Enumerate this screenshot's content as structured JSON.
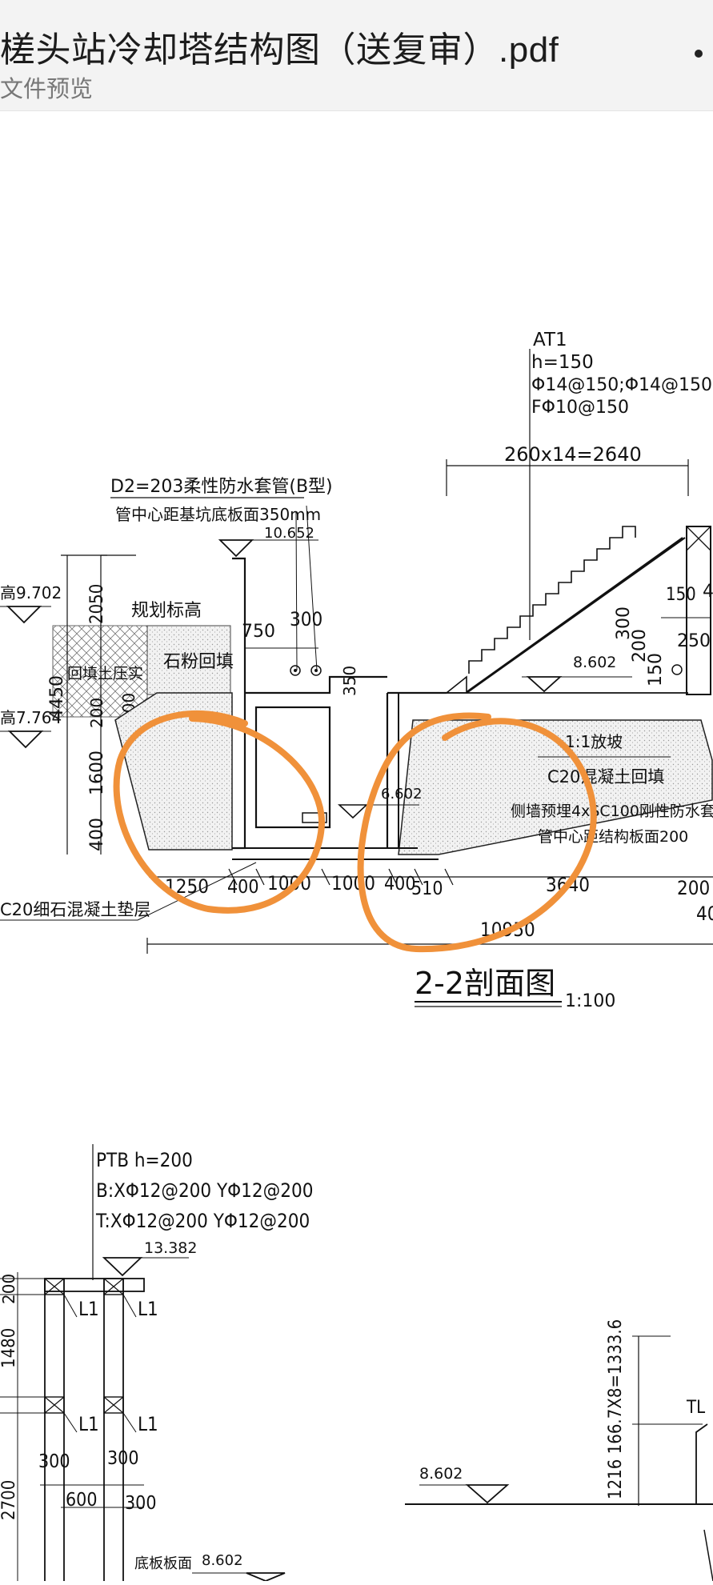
{
  "header": {
    "title": "槎头站冷却塔结构图（送复审）.pdf",
    "subtitle": "文件预览"
  },
  "drawing": {
    "at1": [
      "AT1",
      "h=150",
      "Φ14@150;Φ14@150",
      "FΦ10@150"
    ],
    "dim_top": "260x14=2640",
    "d2_note": "D2=203柔性防水套管(B型)",
    "d2_note2": "管中心距基坑底板面350mm",
    "elev_10652": "10.652",
    "elev_9702": "高9.702",
    "elev_7764": "高7.764",
    "planned_elev": "规划标高",
    "backfill": "回填土压实",
    "stone_fill": "石粉回填",
    "dim_2050": "2050",
    "dim_4450": "4450",
    "dim_200a": "200",
    "dim_200b": "200",
    "dim_1600": "1600",
    "dim_400v": "400",
    "dim_750": "750",
    "dim_300": "300",
    "dim_350": "350",
    "elev_8602": "8.602",
    "dim_200c": "200",
    "dim_150v": "150",
    "dim_300v": "300",
    "dim_150r": "150",
    "dim_4r": "4",
    "dim_250r": "250",
    "slope": "1:1放坡",
    "c20_fill": "C20混凝土回填",
    "side_wall": "侧墙预埋4xSC100刚性防水套",
    "side_wall2": "管中心距结构板面200",
    "elev_6602": "6.602",
    "c20_bed": "C20细石混凝土垫层",
    "dims_bottom": [
      "1250",
      "400",
      "1000",
      "1000",
      "400",
      "510",
      "3640",
      "200"
    ],
    "dim_40": "40",
    "dim_total": "10950",
    "section_title": "2-2剖面图",
    "section_scale": "1:100",
    "ptb": [
      "PTB h=200",
      "B:XΦ12@200   YΦ12@200",
      "T:XΦ12@200   YΦ12@200"
    ],
    "elev_13382": "13.382",
    "l1": "L1",
    "dim_200l": "200",
    "dim_1480": "1480",
    "dim_2700": "2700",
    "dim_300a": "300",
    "dim_300b": "300",
    "dim_600": "600",
    "dim_300c": "300",
    "elev_8602b": "8.602",
    "elev_8602c": "8.602",
    "floor_slab": "底板板面",
    "stair_dim": "1216 166.7X8=1333.6",
    "tl": "TL"
  },
  "colors": {
    "annotation": "#f0913a",
    "header_bg": "#f3f3f3"
  }
}
